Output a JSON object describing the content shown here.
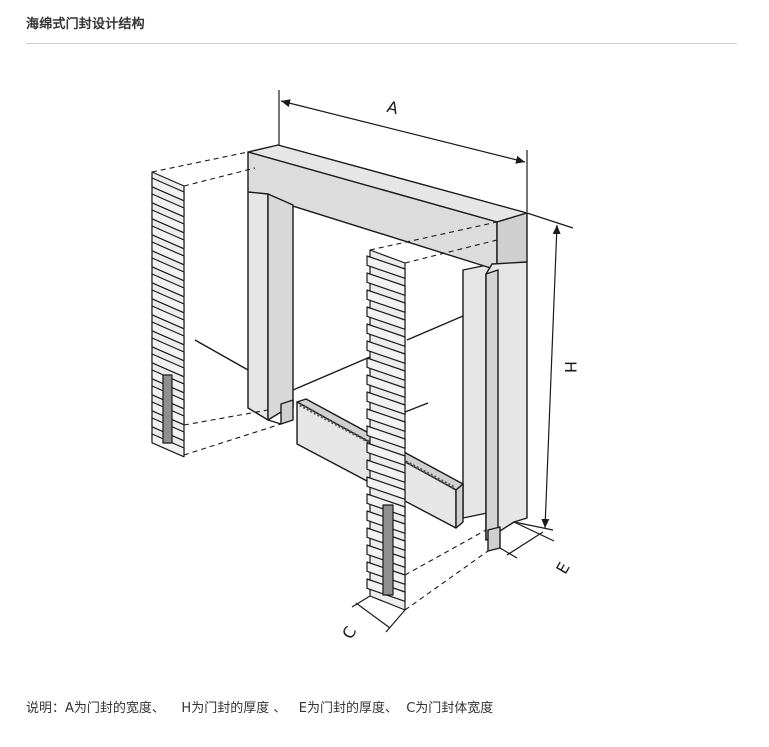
{
  "header": {
    "title": "海绵式门封设计结构"
  },
  "diagram": {
    "label_a": "A",
    "label_h": "H",
    "label_e": "E",
    "label_c": "C"
  },
  "caption": {
    "text": "说明：A为门封的宽度、    H为门封的厚度 、   E为门封的厚度、  C为门封体宽度"
  },
  "colors": {
    "line": "#1a1a1a",
    "panel": "#e6e6e6",
    "shade": "#cfcfcf",
    "strip": "#8f8f8f"
  }
}
